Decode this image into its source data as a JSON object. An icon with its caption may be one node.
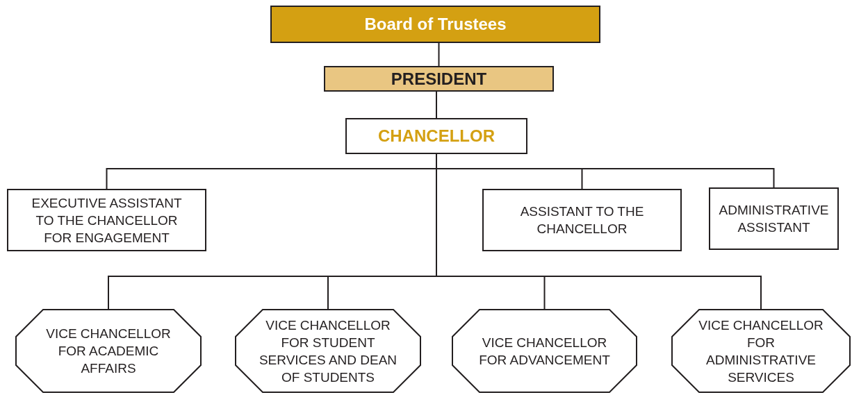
{
  "diagram": {
    "nodes": [
      {
        "text": [
          "Board of Trustees"
        ]
      },
      {
        "text": [
          "PRESIDENT"
        ]
      },
      {
        "text": [
          "CHANCELLOR"
        ]
      },
      {
        "text": [
          "EXECUTIVE ASSISTANT TO THE CHANCELLOR FOR ENGAGEMENT"
        ]
      },
      {
        "text": [
          "ASSISTANT TO THE CHANCELLOR"
        ]
      },
      {
        "text": [
          "ADMINISTRATIVE ASSISTANT"
        ]
      },
      {
        "text": [
          "VICE CHANCELLOR FOR ACADEMIC AFFAIRS"
        ]
      },
      {
        "text": [
          "VICE CHANCELLOR FOR STUDENT SERVICES AND DEAN OF STUDENTS"
        ]
      },
      {
        "text": [
          "VICE CHANCELLOR FOR ADVANCEMENT"
        ]
      },
      {
        "text": [
          "VICE CHANCELLOR FOR ADMINISTRATIVE SERVICES"
        ]
      }
    ],
    "edges": [
      {
        "from": 0,
        "to": 1,
        "arrow": "none"
      },
      {
        "from": 1,
        "to": 2,
        "arrow": "none"
      },
      {
        "from": 2,
        "to": 3,
        "arrow": "none"
      },
      {
        "from": 2,
        "to": 4,
        "arrow": "none"
      },
      {
        "from": 2,
        "to": 5,
        "arrow": "none"
      },
      {
        "from": 2,
        "to": 6,
        "arrow": "none"
      },
      {
        "from": 2,
        "to": 7,
        "arrow": "none"
      },
      {
        "from": 2,
        "to": 8,
        "arrow": "none"
      },
      {
        "from": 2,
        "to": 9,
        "arrow": "none"
      }
    ]
  }
}
